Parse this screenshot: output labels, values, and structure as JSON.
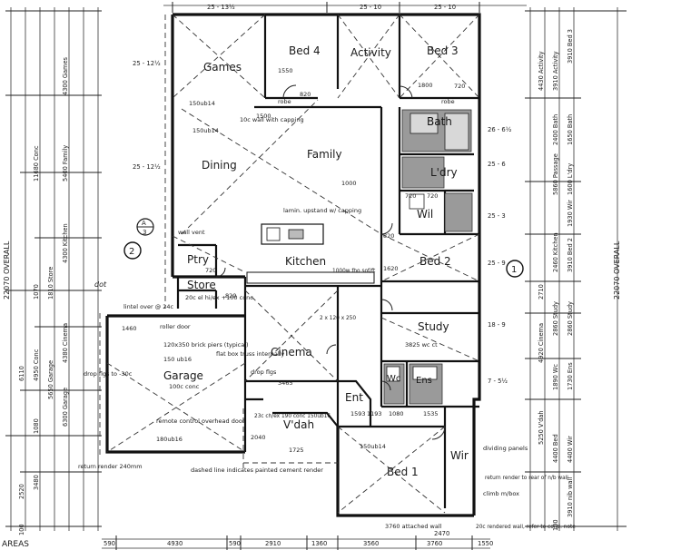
{
  "rooms": {
    "bed4": "Bed 4",
    "activity": "Activity",
    "bed3": "Bed 3",
    "games": "Games",
    "bath": "Bath",
    "dining": "Dining",
    "family": "Family",
    "laundry": "L'dry",
    "wil": "Wil",
    "ptry": "Ptry",
    "kitchen": "Kitchen",
    "bed2": "Bed 2",
    "store": "Store",
    "study": "Study",
    "cinema": "Cinema",
    "wc": "Wc",
    "ens": "Ens",
    "garage": "Garage",
    "ent": "Ent",
    "vdah": "V'dah",
    "bed1": "Bed 1",
    "wir": "Wir"
  },
  "labels": {
    "areas": "AREAS",
    "overall_left": "22070 OVERALL",
    "overall_right": "22070 OVERALL",
    "top_dims": [
      "25 - 13½",
      "25 - 10",
      "25 - 10"
    ],
    "left_dims": [
      "25 - 12½",
      "25 - 12½"
    ],
    "right_dims": [
      "26 - 6½",
      "25 - 6",
      "25 - 3",
      "25 - 9",
      "18 - 9",
      "7 - 5½"
    ],
    "beam_games": "150ub14",
    "cap_wall": "10c wall with capping",
    "beam_dining": "150ub14",
    "laminate": "lamin. upstand w/ capping",
    "store_note": "20c el hi/ex +100 conc",
    "lintel": "lintel over @ 24c",
    "roller_door": "roller door",
    "brick_piers": "120x350 brick piers (typical)",
    "flat_box": "flat box truss internally",
    "garage_beam": "150 ub16",
    "conc_note": "100c conc",
    "remote": "remote control overhead door",
    "garage_beam2": "180ub16",
    "return_render": "return render 240mm",
    "dashed_note": "dashed line indicates painted cement render",
    "drop_fixgs": "drop flgs to -30c",
    "drop_fixgs2": "drop flgs",
    "cinema_width": "3465",
    "study_note": "3825 wc ct",
    "bed1_beam": "150ub14",
    "dividing_panels": "dividing panels",
    "climb_box": "climb m/box",
    "return_render_rear": "return render to rear of n/b wall",
    "rendered_wall": "20c rendered wall, refer to cond. note",
    "attached_wall": "3760 attached wall",
    "vdah_note": "23c ch/ex 190 conc 150ub16",
    "ent_note": "2 x 120 x 250",
    "mwave": "1000w fho sof/ft",
    "robe": "robe",
    "bath_dims": "720",
    "code_vent": "wall vent",
    "section_a": "A",
    "section_a_no": "3",
    "marker_1": "1",
    "marker_2": "2",
    "dims_bottom": [
      "590",
      "4930",
      "590",
      "2910",
      "1360",
      "3560",
      "2470",
      "3760",
      "1550"
    ],
    "left_vertical": [
      "11680 Conc",
      "4300 Games",
      "5400 Family",
      "4300 Kitchen",
      "1810 Store",
      "1070",
      "4380 Cinema",
      "6110",
      "4950 Conc",
      "5650 Garage",
      "6300 Garage",
      "1080",
      "2520",
      "3480",
      "100"
    ],
    "right_vertical": [
      "4430 Activity",
      "3910 Bed 3",
      "3910 Activity",
      "2400 Bath",
      "1650 Bath",
      "5860 Passage",
      "1600 L'dry",
      "1930 Wir",
      "2460 Kitchen",
      "3910 Bed 2",
      "2710",
      "2860 Study",
      "2860 Study",
      "4920 Cinema",
      "1890 Wc",
      "1730 Ens",
      "5250 V'dah",
      "4400 Bed",
      "4400 Wir",
      "3910 nib wall",
      "100"
    ],
    "misc_dims": [
      "1550",
      "820",
      "1000",
      "1500",
      "720",
      "820",
      "1620",
      "820",
      "1800",
      "720",
      "720",
      "1593",
      "1080",
      "1535",
      "1193",
      "1460",
      "1725",
      "2040"
    ],
    "author_mark": "dot"
  }
}
